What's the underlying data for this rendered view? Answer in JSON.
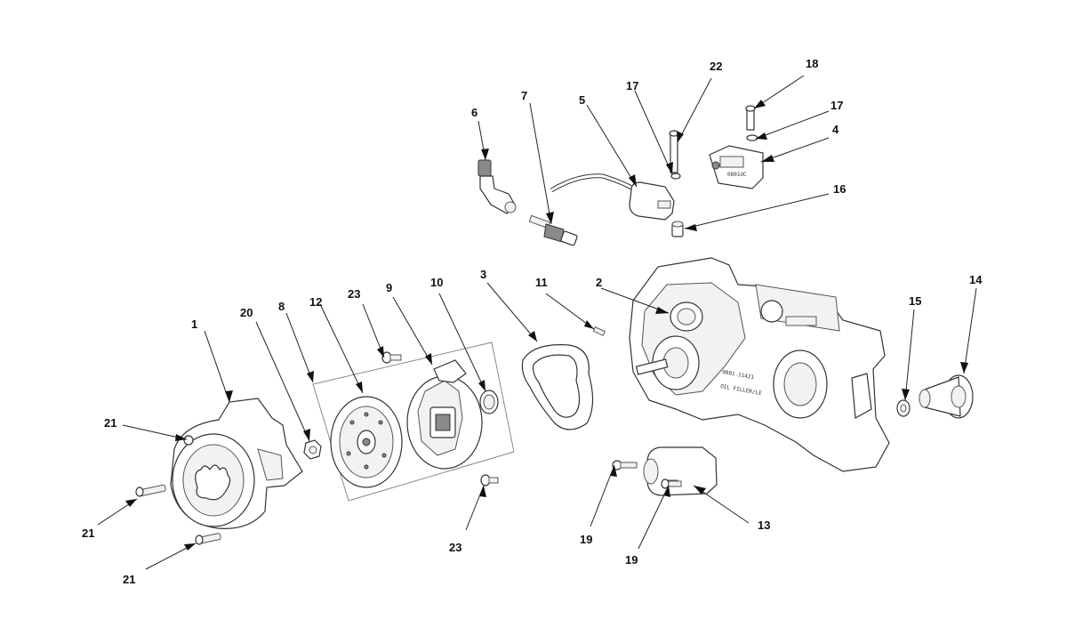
{
  "callouts": [
    {
      "id": "c1",
      "label": "1"
    },
    {
      "id": "c2",
      "label": "2"
    },
    {
      "id": "c3",
      "label": "3"
    },
    {
      "id": "c4",
      "label": "4"
    },
    {
      "id": "c5",
      "label": "5"
    },
    {
      "id": "c6",
      "label": "6"
    },
    {
      "id": "c7",
      "label": "7"
    },
    {
      "id": "c8",
      "label": "8"
    },
    {
      "id": "c9",
      "label": "9"
    },
    {
      "id": "c10",
      "label": "10"
    },
    {
      "id": "c11",
      "label": "11"
    },
    {
      "id": "c12",
      "label": "12"
    },
    {
      "id": "c13",
      "label": "13"
    },
    {
      "id": "c14",
      "label": "14"
    },
    {
      "id": "c15",
      "label": "15"
    },
    {
      "id": "c16",
      "label": "16"
    },
    {
      "id": "c17a",
      "label": "17"
    },
    {
      "id": "c17b",
      "label": "17"
    },
    {
      "id": "c18",
      "label": "18"
    },
    {
      "id": "c19a",
      "label": "19"
    },
    {
      "id": "c19b",
      "label": "19"
    },
    {
      "id": "c20",
      "label": "20"
    },
    {
      "id": "c21a",
      "label": "21"
    },
    {
      "id": "c21b",
      "label": "21"
    },
    {
      "id": "c21c",
      "label": "21"
    },
    {
      "id": "c22",
      "label": "22"
    },
    {
      "id": "c23a",
      "label": "23"
    },
    {
      "id": "c23b",
      "label": "23"
    }
  ],
  "embossed": {
    "module_code": "0801UC",
    "case_code": "0801-11421",
    "case_text": "OIL FILLER/LE"
  },
  "colors": {
    "line": "#333333",
    "arrow": "#111111",
    "background": "#ffffff"
  }
}
